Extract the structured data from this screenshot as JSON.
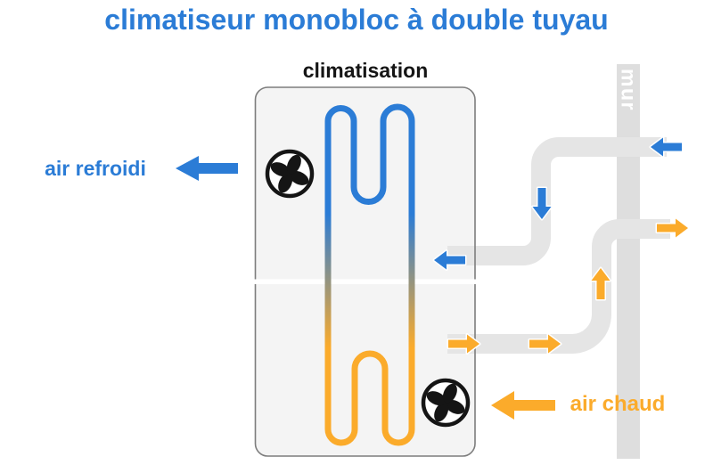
{
  "title": "climatiseur monobloc à double tuyau",
  "diagram": {
    "unit_label": "climatisation",
    "wall_label": "mur",
    "cold_air_label": "air refroidi",
    "hot_air_label": "air chaud"
  },
  "colors": {
    "cold_blue": "#2b7cd6",
    "hot_orange": "#fbab2b",
    "duct_gray": "#e5e5e5",
    "wall_gray": "#dedede",
    "unit_fill": "#f4f4f4",
    "unit_border": "#7d7d7d",
    "fan_black": "#151515"
  }
}
